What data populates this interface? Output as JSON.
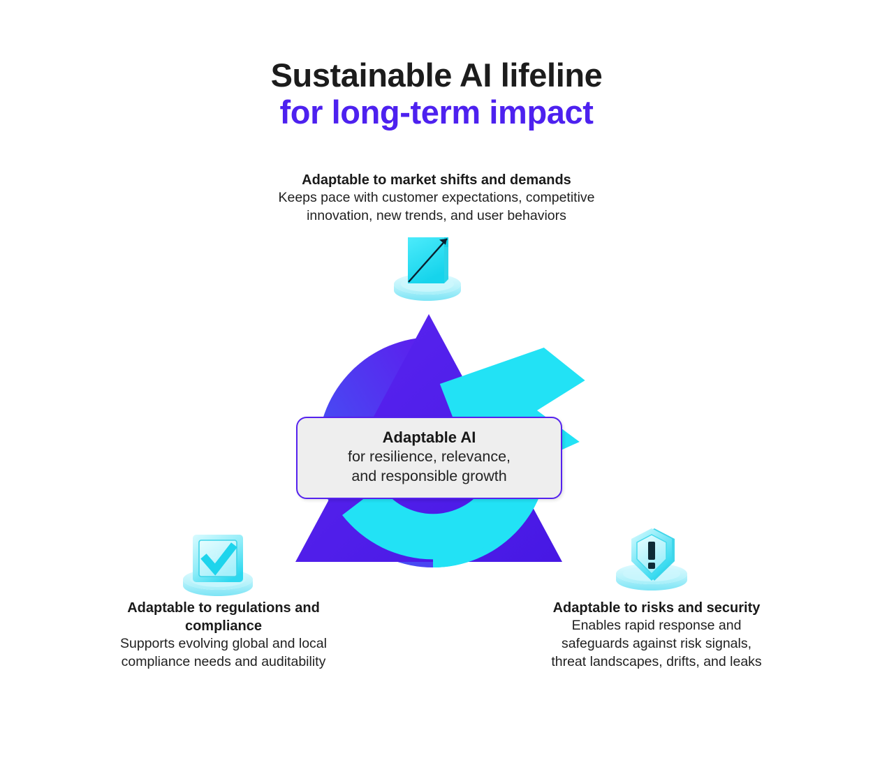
{
  "title": {
    "line1": "Sustainable AI lifeline",
    "line2": "for long-term impact",
    "line1_color": "#1c1c1c",
    "line2_color": "#4d21ef"
  },
  "center_card": {
    "heading": "Adaptable AI",
    "subtext_line1": "for resilience, relevance,",
    "subtext_line2": "and responsible growth",
    "background": "#eeeeee",
    "border_color": "#5522ee"
  },
  "nodes": [
    {
      "id": "market-shifts",
      "position": "top",
      "heading": "Adaptable to market shifts and demands",
      "desc_line1": "Keeps pace with customer expectations, competitive",
      "desc_line2": "innovation, new trends, and user behaviors",
      "icon": "growth-chart-icon"
    },
    {
      "id": "regulations-compliance",
      "position": "bottom-left",
      "heading_line1": "Adaptable to regulations and",
      "heading_line2": "compliance",
      "desc_line1": "Supports evolving global and local",
      "desc_line2": "compliance needs and auditability",
      "icon": "checkmark-screen-icon"
    },
    {
      "id": "risks-security",
      "position": "bottom-right",
      "heading": "Adaptable to risks and security",
      "desc_line1": "Enables rapid response and",
      "desc_line2": "safeguards against risk signals,",
      "desc_line3": "threat landscapes, drifts, and leaks",
      "icon": "shield-alert-icon"
    }
  ],
  "graphic": {
    "type": "triangle-with-cycle-arrow",
    "triangle_color_start": "#5a25f0",
    "triangle_color_end": "#4a1de6",
    "arc_gradient_start": "#3a70f2",
    "arc_gradient_end": "#5a22ee",
    "arrow_cyan": "#22e2f5",
    "icon_cyan": "#28e0f2",
    "icon_cyan_light": "#a8f2fb",
    "platform_cyan": "#bdf4fc"
  }
}
